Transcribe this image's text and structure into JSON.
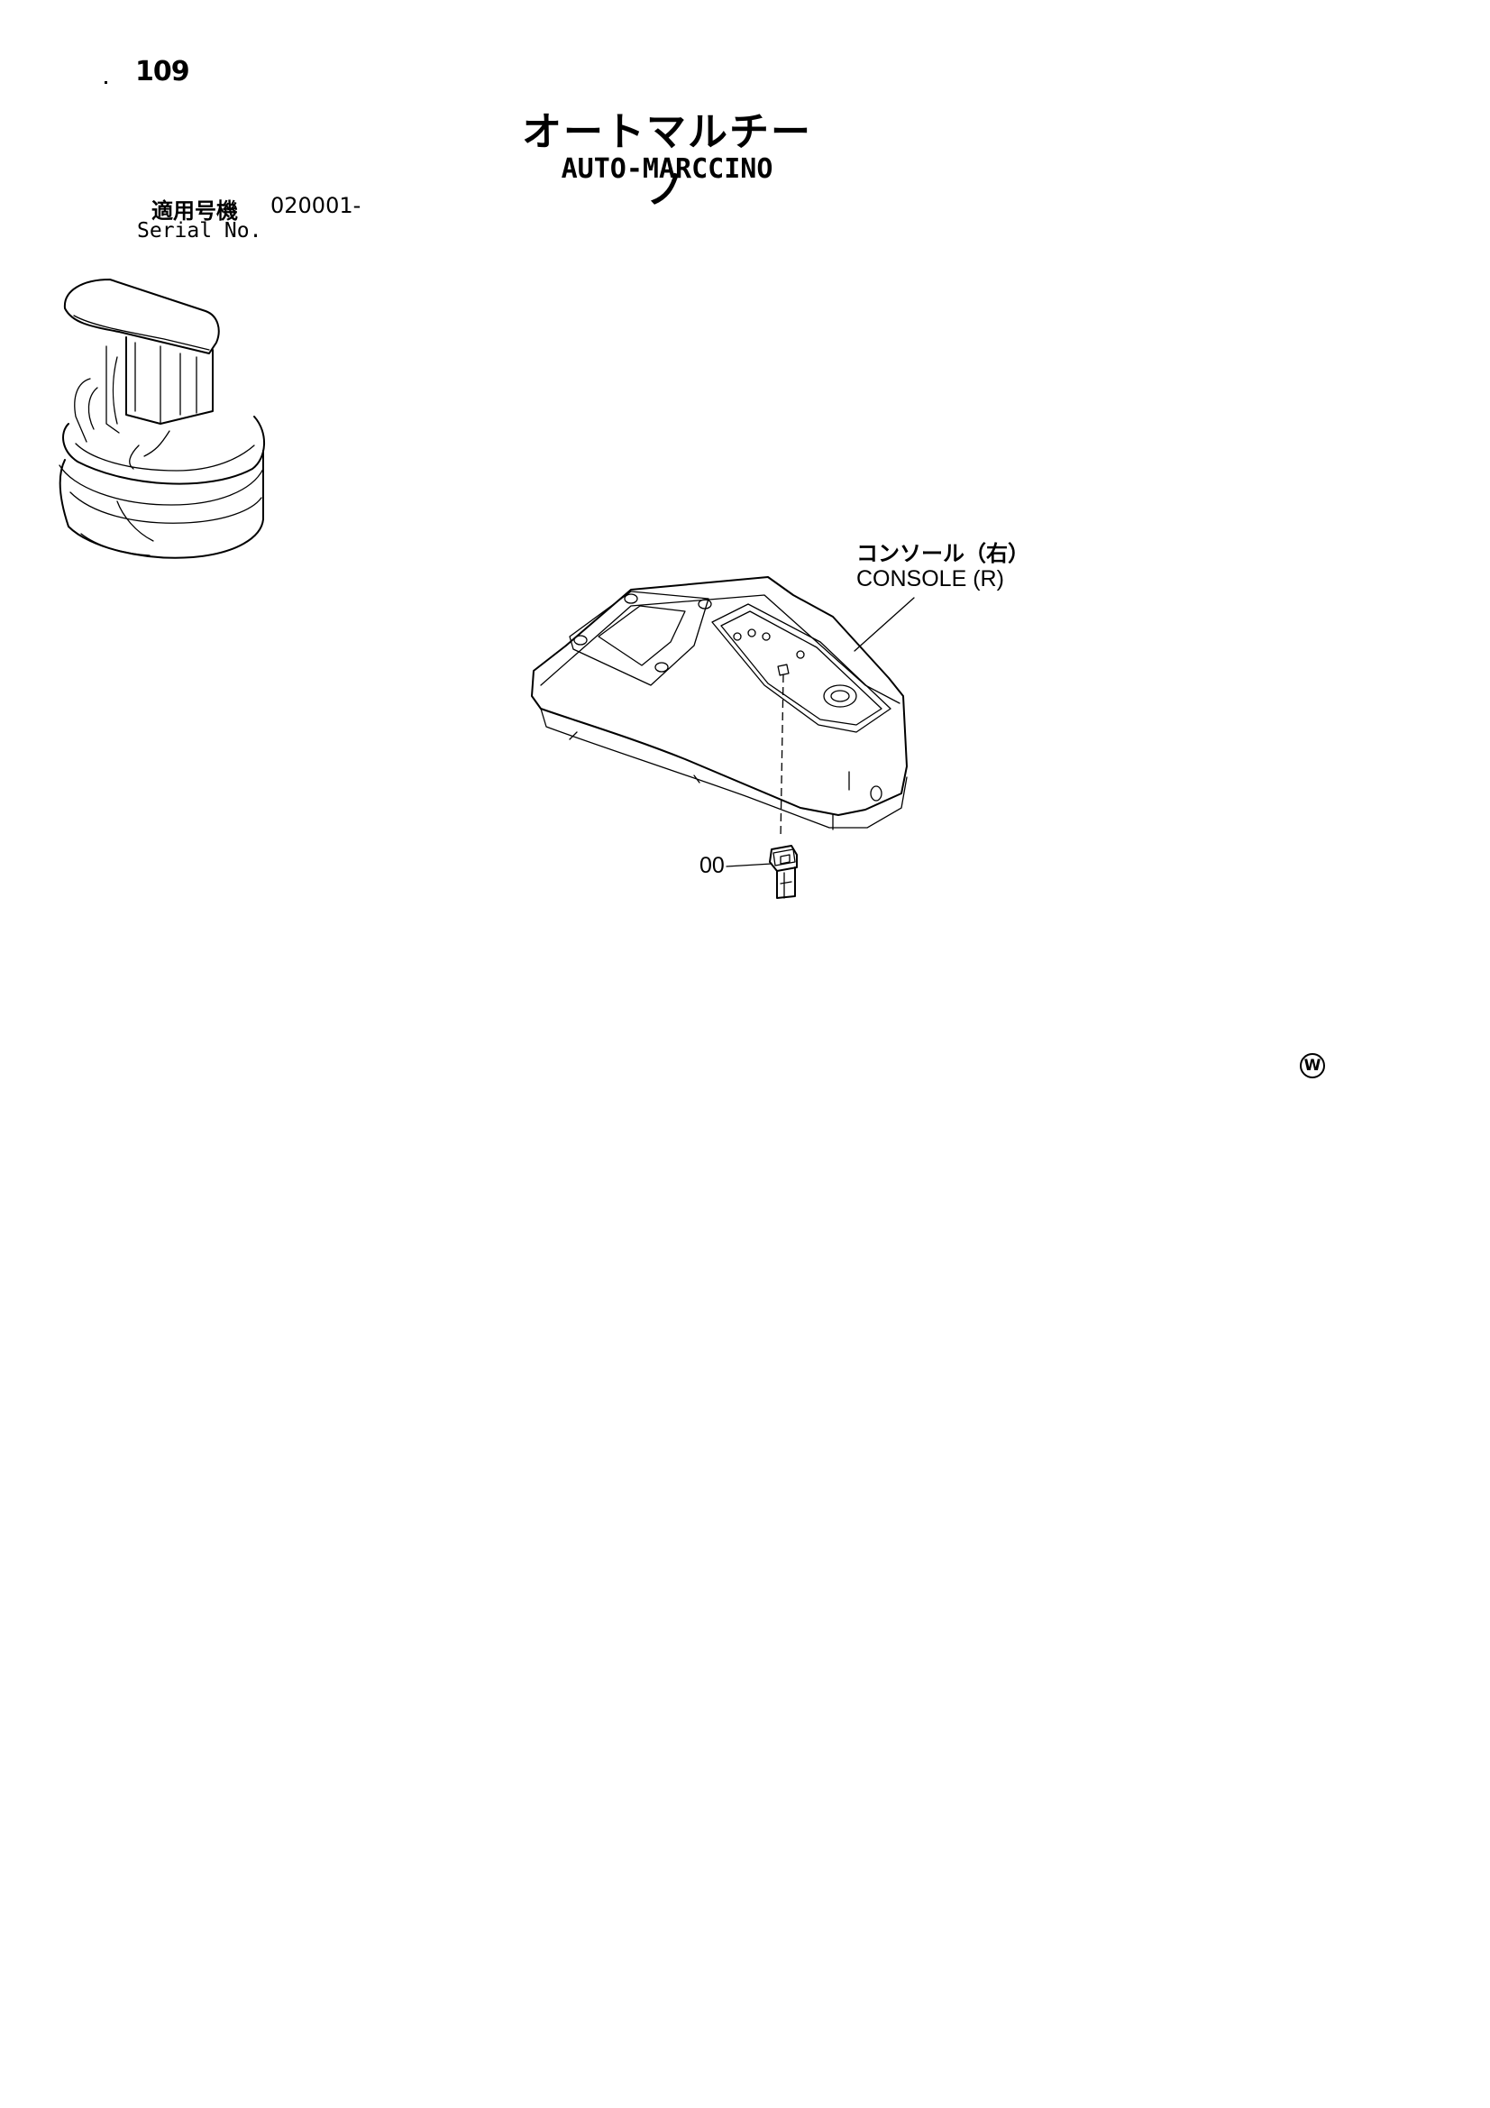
{
  "header": {
    "page_number": "109",
    "title_jp": "オートマルチーノ",
    "title_en": "AUTO-MARCCINO"
  },
  "serial": {
    "label_jp": "適用号機",
    "value": "020001-",
    "label_en": "Serial No."
  },
  "callouts": {
    "console_jp": "コンソール（右）",
    "console_en": "CONSOLE (R)",
    "part_number": "00"
  },
  "mark": "W"
}
